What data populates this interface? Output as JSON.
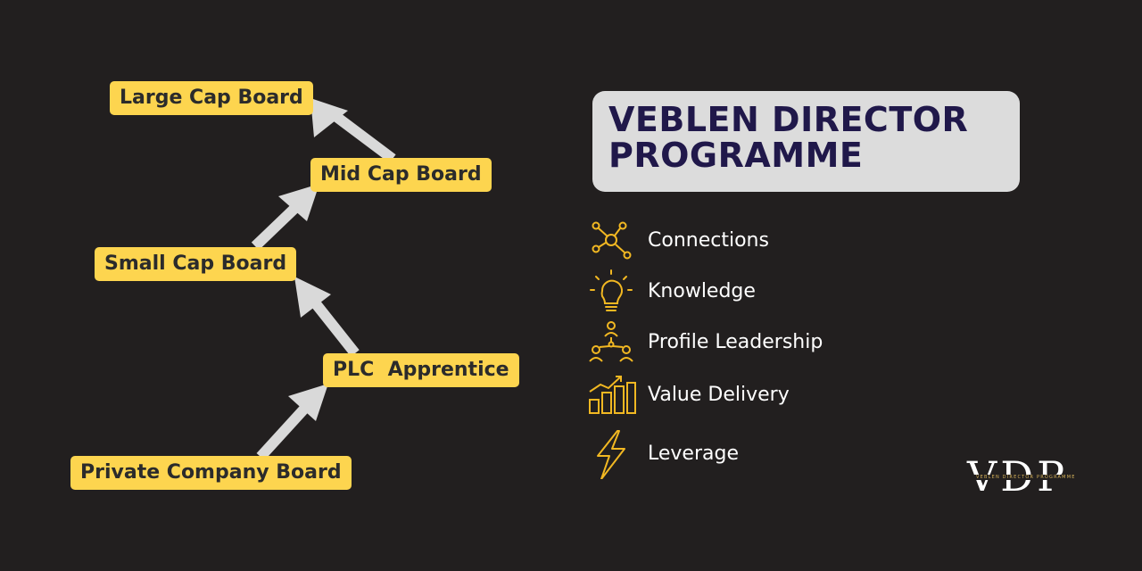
{
  "ladder": {
    "steps": [
      {
        "label": "Large Cap Board"
      },
      {
        "label": "Mid Cap Board"
      },
      {
        "label": "Small Cap Board"
      },
      {
        "label": "PLC  Apprentice"
      },
      {
        "label": "Private Company Board"
      }
    ]
  },
  "programme": {
    "title_line1": "VEBLEN DIRECTOR",
    "title_line2": "PROGRAMME",
    "features": [
      {
        "label": "Connections",
        "icon": "network-icon"
      },
      {
        "label": "Knowledge",
        "icon": "lightbulb-icon"
      },
      {
        "label": "Profile Leadership",
        "icon": "people-hierarchy-icon"
      },
      {
        "label": "Value Delivery",
        "icon": "growth-chart-icon"
      },
      {
        "label": "Leverage",
        "icon": "lightning-icon"
      }
    ]
  },
  "logo": {
    "letters": "VDP",
    "tagline": "VEBLEN DIRECTOR PROGRAMME"
  },
  "colors": {
    "background": "#221f1f",
    "step_fill": "#fdd54f",
    "title_box": "#dcdcdc",
    "title_text": "#20184a",
    "icon_stroke": "#f2b822",
    "arrow": "#d9d9d9"
  }
}
